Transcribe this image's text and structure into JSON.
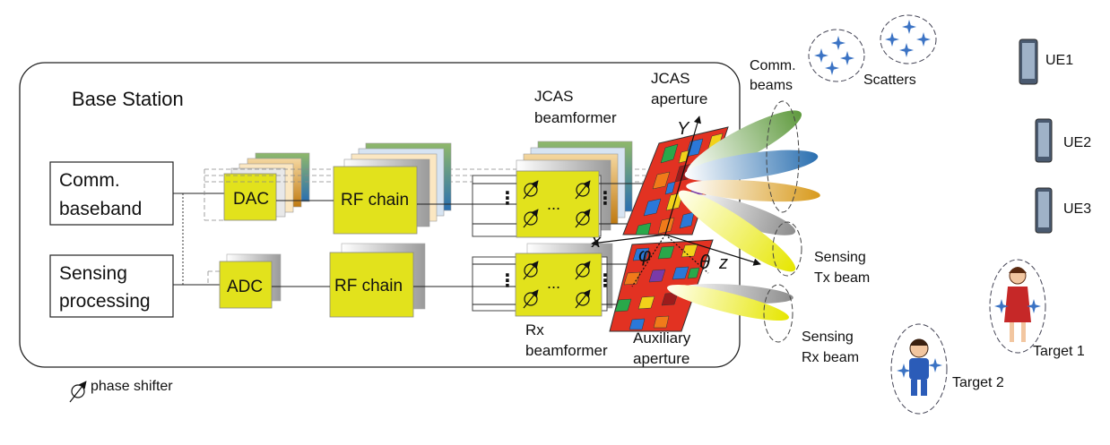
{
  "labels": {
    "base_station": "Base Station",
    "comm_line1": "Comm.",
    "comm_line2": "baseband",
    "sens_line1": "Sensing",
    "sens_line2": "processing",
    "dac": "DAC",
    "adc": "ADC",
    "rf_chain_tx": "RF chain",
    "rf_chain_rx": "RF chain",
    "ellipsis": "...",
    "vdots": "⋮",
    "jcas_bf1": "JCAS",
    "jcas_bf2": "beamformer",
    "jcas_ap1": "JCAS",
    "jcas_ap2": "aperture",
    "rx_bf1": "Rx",
    "rx_bf2": "beamformer",
    "aux1": "Auxiliary",
    "aux2": "aperture",
    "axis_y": "Y",
    "axis_x": "x",
    "axis_z": "z",
    "phi": "φ",
    "theta": "θ",
    "comm_beams1": "Comm.",
    "comm_beams2": "beams",
    "scatters": "Scatters",
    "sens_tx1": "Sensing",
    "sens_tx2": "Tx beam",
    "sens_rx1": "Sensing",
    "sens_rx2": "Rx beam",
    "ue1": "UE1",
    "ue2": "UE2",
    "ue3": "UE3",
    "target1": "Target 1",
    "target2": "Target 2",
    "phase_shifter": "phase shifter"
  },
  "colors": {
    "block_yellow": "#e2e21c",
    "beam_green": "#5f9a3e",
    "beam_blue": "#2a6fb0",
    "beam_orange": "#d89a1c",
    "beam_gray": "#8c8c8c",
    "beam_yellow": "#e6e600",
    "ap_red": "#e23222",
    "ap_green": "#2aa84a",
    "ap_blue": "#2b78d8",
    "ap_yellow": "#f2d21a",
    "ap_orange": "#f07a1a",
    "ap_darkred": "#9c1c1c",
    "ap_purple": "#7a3aa8"
  }
}
